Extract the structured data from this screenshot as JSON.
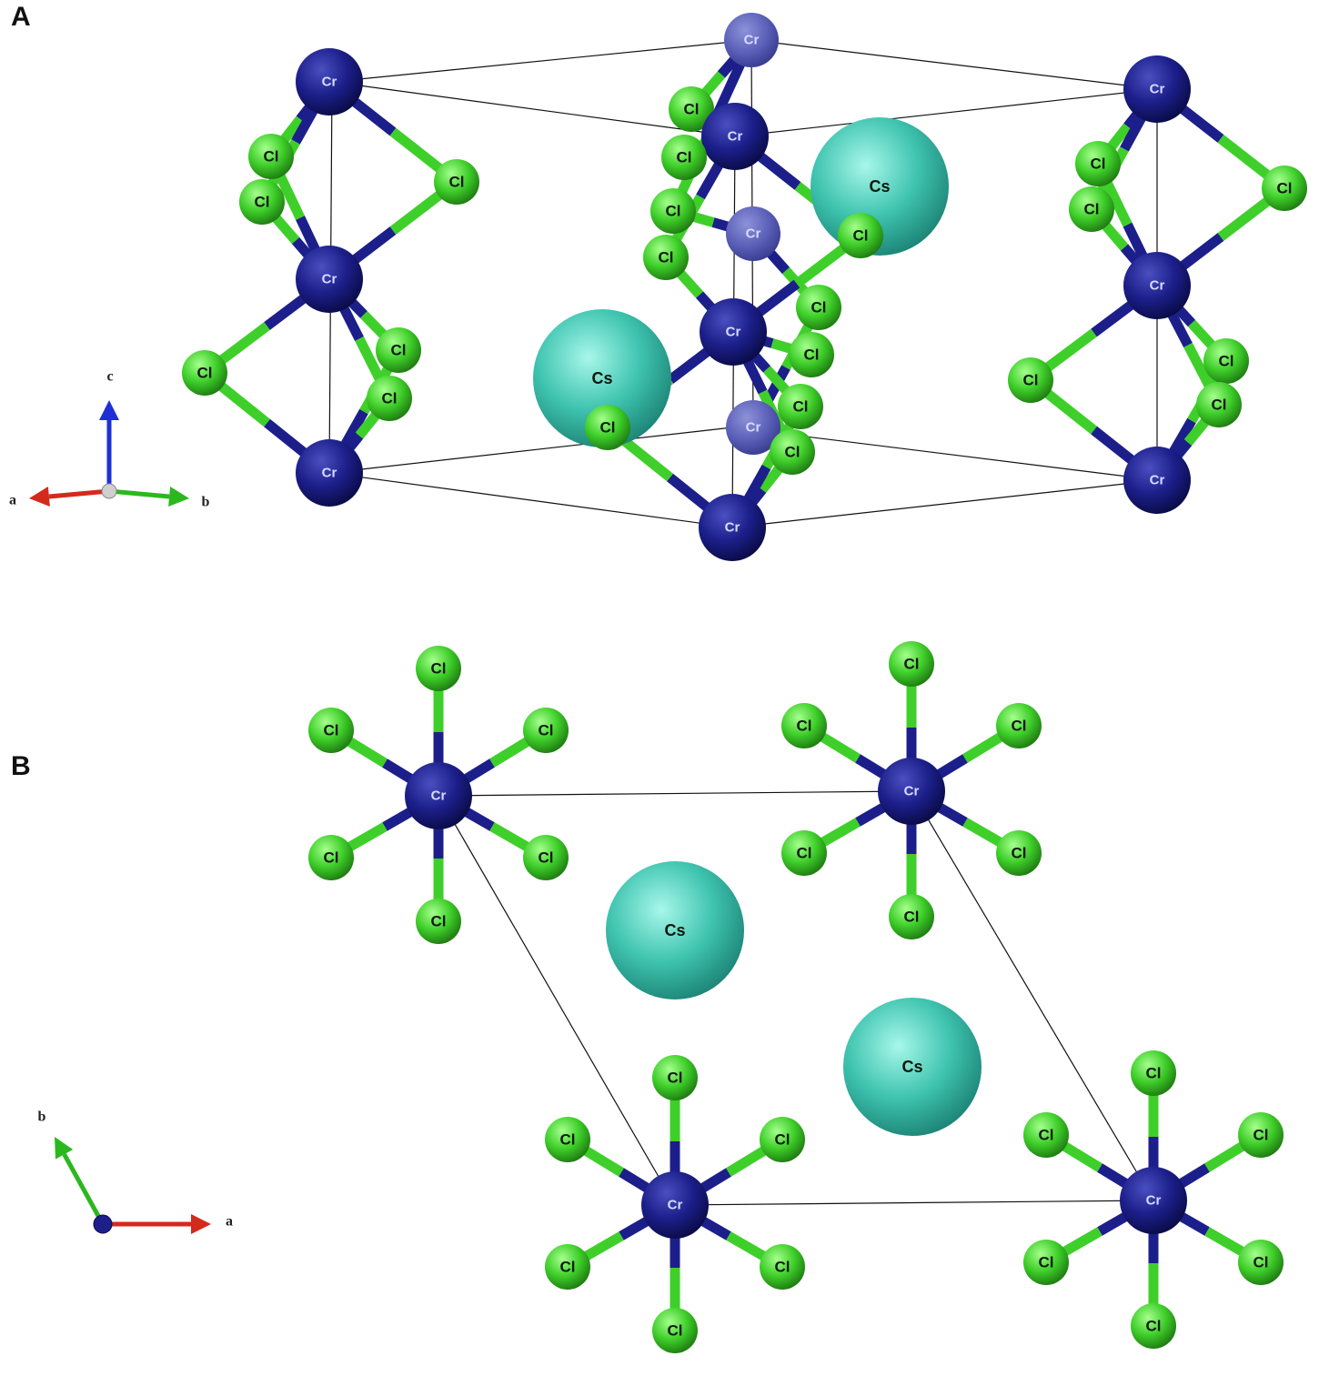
{
  "panels": {
    "a": {
      "label": "A"
    },
    "b": {
      "label": "B"
    }
  },
  "atom_labels": {
    "cr": "Cr",
    "cl": "Cl",
    "cs": "Cs"
  },
  "axes": {
    "a_view": {
      "a": "a",
      "b": "b",
      "c": "c"
    },
    "b_view": {
      "a": "a",
      "b": "b"
    }
  },
  "colors": {
    "cr": "#1c1f8a",
    "cr_light": "#5a5fb8",
    "cl": "#3fcf2a",
    "cs": "#3fc4b0",
    "bond_cr": "#1c1f8a",
    "bond_cl": "#3fcf2a",
    "cell_edge": "#111111",
    "axis_a": "#d42a1c",
    "axis_b": "#2bb81f",
    "axis_c": "#1f2fd8"
  }
}
